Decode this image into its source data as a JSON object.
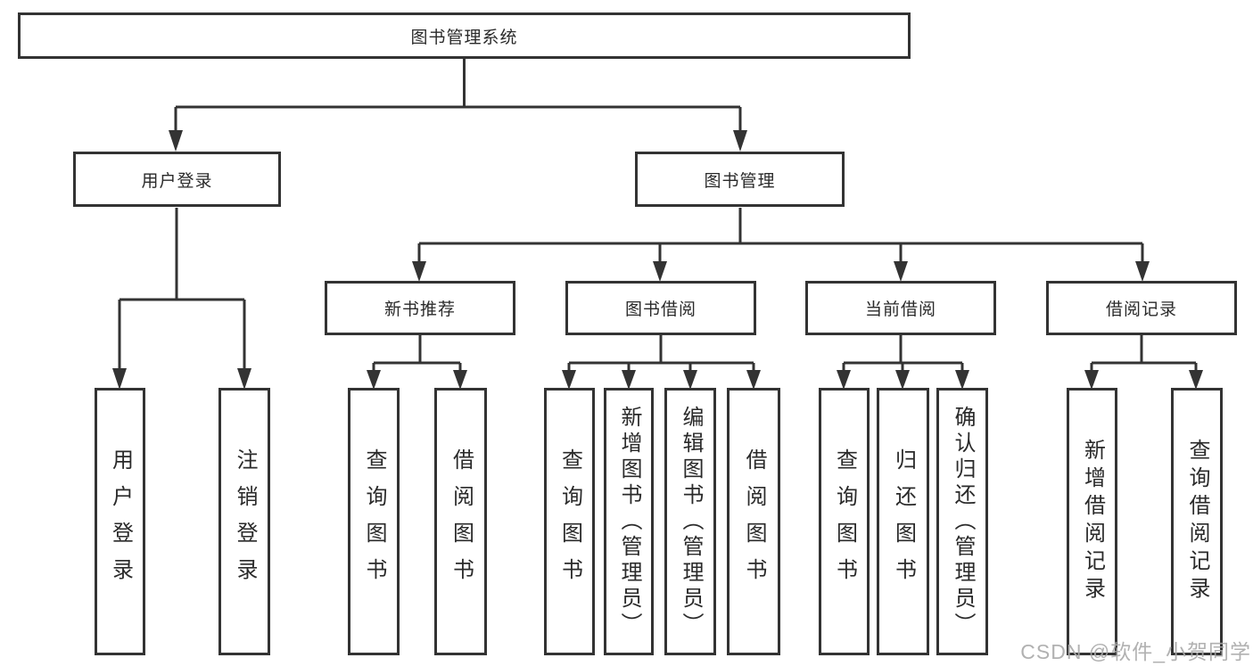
{
  "diagram": {
    "root": "图书管理系统",
    "branches": [
      {
        "label": "用户登录",
        "children": [
          "用户登录",
          "注销登录"
        ]
      },
      {
        "label": "图书管理",
        "children": [
          {
            "label": "新书推荐",
            "children": [
              "查询图书",
              "借阅图书"
            ]
          },
          {
            "label": "图书借阅",
            "children": [
              "查询图书",
              "新增图书（管理员）",
              "编辑图书（管理员）",
              "借阅图书"
            ]
          },
          {
            "label": "当前借阅",
            "children": [
              "查询图书",
              "归还图书",
              "确认归还（管理员）"
            ]
          },
          {
            "label": "借阅记录",
            "children": [
              "新增借阅记录",
              "查询借阅记录"
            ]
          }
        ]
      }
    ]
  },
  "watermark": "CSDN @软件_小贺同学",
  "colors": {
    "line": "#333333",
    "border": "#333333",
    "text": "#2a2a2a",
    "watermark": "#a8a8a8",
    "background": "#ffffff"
  }
}
